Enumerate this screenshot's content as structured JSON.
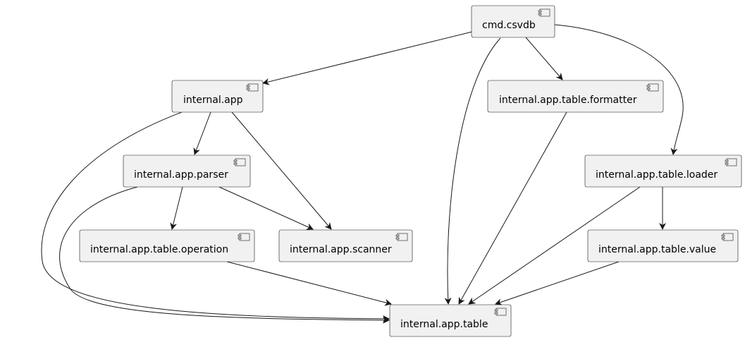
{
  "diagram": {
    "type": "component-dependency",
    "colors": {
      "node_fill": "#f1f1f1",
      "node_stroke": "#181818",
      "edge": "#181818",
      "background": "#ffffff"
    },
    "icon": "component-icon",
    "nodes": [
      {
        "id": "cmd_csvdb",
        "label": "cmd.csvdb"
      },
      {
        "id": "internal_app",
        "label": "internal.app"
      },
      {
        "id": "internal_app_table_formatter",
        "label": "internal.app.table.formatter"
      },
      {
        "id": "internal_app_parser",
        "label": "internal.app.parser"
      },
      {
        "id": "internal_app_table_loader",
        "label": "internal.app.table.loader"
      },
      {
        "id": "internal_app_table_operation",
        "label": "internal.app.table.operation"
      },
      {
        "id": "internal_app_scanner",
        "label": "internal.app.scanner"
      },
      {
        "id": "internal_app_table_value",
        "label": "internal.app.table.value"
      },
      {
        "id": "internal_app_table",
        "label": "internal.app.table"
      }
    ],
    "edges": [
      {
        "from": "cmd_csvdb",
        "to": "internal_app"
      },
      {
        "from": "cmd_csvdb",
        "to": "internal_app_table"
      },
      {
        "from": "cmd_csvdb",
        "to": "internal_app_table_formatter"
      },
      {
        "from": "cmd_csvdb",
        "to": "internal_app_table_loader"
      },
      {
        "from": "internal_app",
        "to": "internal_app_table"
      },
      {
        "from": "internal_app",
        "to": "internal_app_parser"
      },
      {
        "from": "internal_app",
        "to": "internal_app_scanner"
      },
      {
        "from": "internal_app_table_formatter",
        "to": "internal_app_table"
      },
      {
        "from": "internal_app_parser",
        "to": "internal_app_table"
      },
      {
        "from": "internal_app_parser",
        "to": "internal_app_table_operation"
      },
      {
        "from": "internal_app_parser",
        "to": "internal_app_scanner"
      },
      {
        "from": "internal_app_table_loader",
        "to": "internal_app_table"
      },
      {
        "from": "internal_app_table_loader",
        "to": "internal_app_table_value"
      },
      {
        "from": "internal_app_table_operation",
        "to": "internal_app_table"
      },
      {
        "from": "internal_app_table_value",
        "to": "internal_app_table"
      }
    ]
  }
}
